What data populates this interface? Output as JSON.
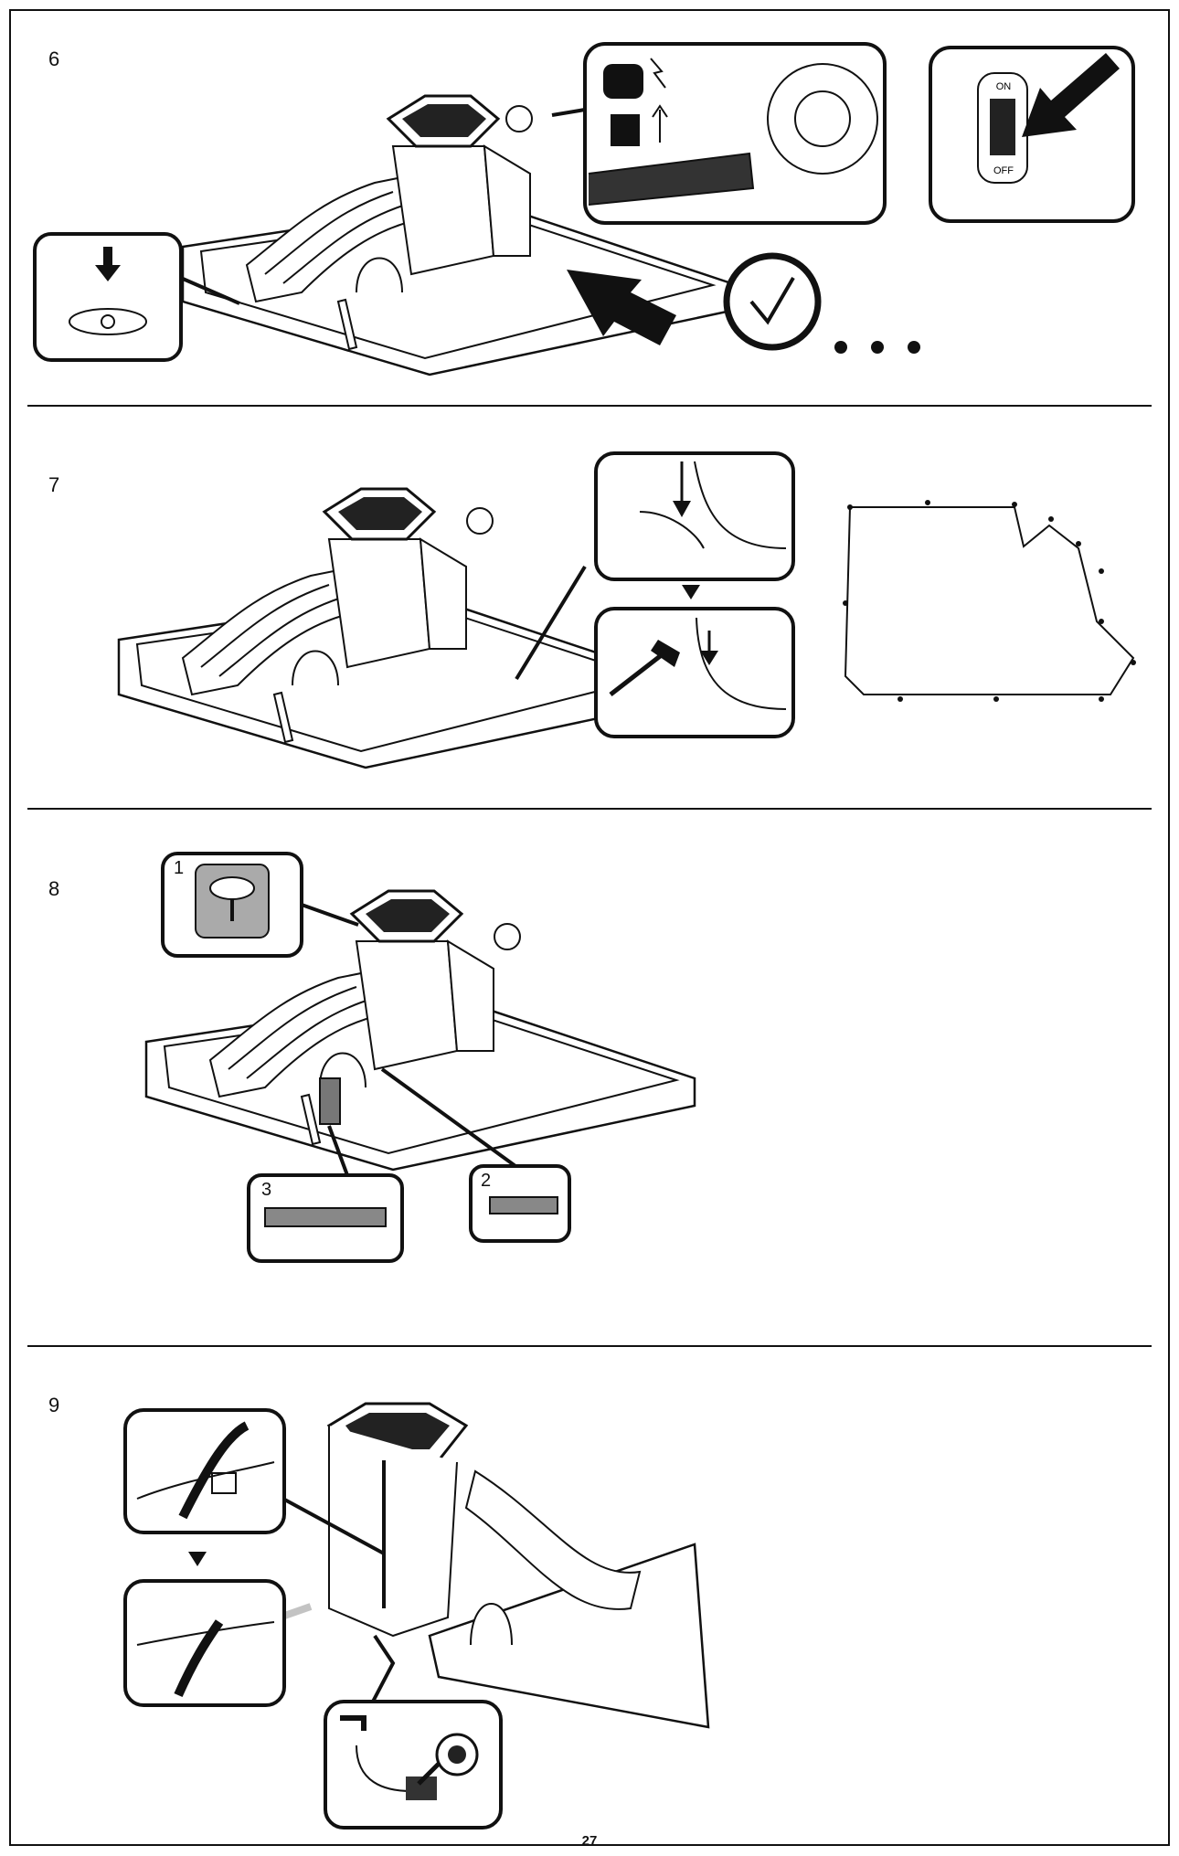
{
  "steps": [
    {
      "number": "6"
    },
    {
      "number": "7"
    },
    {
      "number": "8"
    },
    {
      "number": "9"
    }
  ],
  "step8_callouts": [
    "1",
    "2",
    "3"
  ],
  "switch_labels": {
    "on": "ON",
    "off": "OFF"
  },
  "page_number": "27",
  "icons": [
    "power-outlet-icon",
    "power-plug-icon",
    "timer-check-icon",
    "arrow-icon",
    "hammer-icon",
    "water-tap-icon",
    "drain-valve-icon"
  ]
}
